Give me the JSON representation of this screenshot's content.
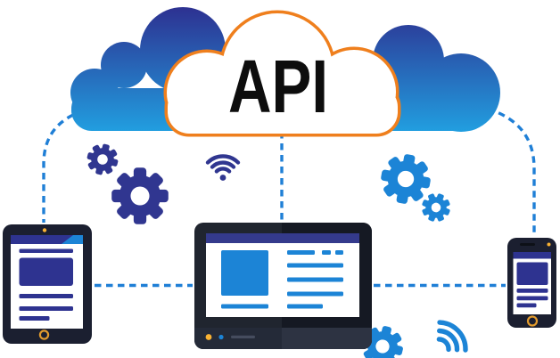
{
  "illustration": {
    "title": "API",
    "colors": {
      "cloud_top": "#2d3191",
      "cloud_bottom": "#21a0e1",
      "cloud_outline": "#ef7f1d",
      "text": "#0d0d0d",
      "indigo": "#303690",
      "blue": "#1c84d6",
      "dash": "#1f7fd6",
      "frame_dark": "#1b1f30",
      "accent_yellow": "#f9b233",
      "home_ring": "#e29b2e",
      "screen_header": "#343a8c"
    },
    "icons": [
      "cloud-icon",
      "api-cloud-icon",
      "gear-icon-small-left",
      "gear-icon-large-left",
      "gear-icon-large-right",
      "gear-icon-small-right",
      "gear-icon-bottom",
      "wifi-icon-center",
      "wifi-icon-bottom",
      "tablet-icon",
      "laptop-icon",
      "smartphone-icon",
      "dashed-connector"
    ]
  }
}
